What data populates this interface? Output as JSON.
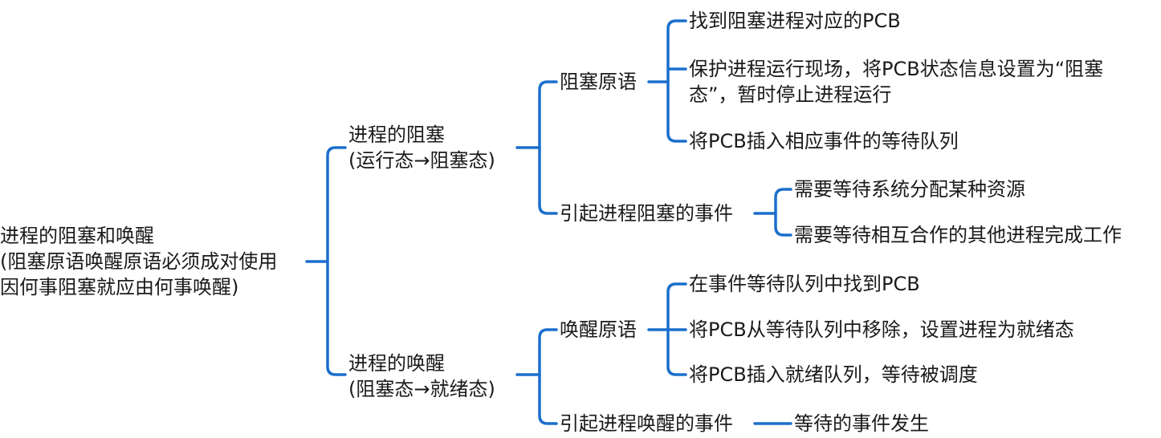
{
  "colors": {
    "connector": "#1a6fcc",
    "text": "#1a1a1a"
  },
  "root": {
    "title": "进程的阻塞和唤醒",
    "note_line1": "(阻塞原语唤醒原语必须成对使用",
    "note_line2": "因何事阻塞就应由何事唤醒)"
  },
  "blocking": {
    "title": "进程的阻塞",
    "subtitle": "(运行态→阻塞态)",
    "primitive": {
      "label": "阻塞原语",
      "steps": [
        "找到阻塞进程对应的PCB",
        "保护进程运行现场，将PCB状态信息设置为“阻塞",
        "态”，暂时停止进程运行",
        "将PCB插入相应事件的等待队列"
      ]
    },
    "events": {
      "label": "引起进程阻塞的事件",
      "items": [
        "需要等待系统分配某种资源",
        "需要等待相互合作的其他进程完成工作"
      ]
    }
  },
  "wakeup": {
    "title": "进程的唤醒",
    "subtitle": "(阻塞态→就绪态)",
    "primitive": {
      "label": "唤醒原语",
      "steps": [
        "在事件等待队列中找到PCB",
        "将PCB从等待队列中移除，设置进程为就绪态",
        "将PCB插入就绪队列，等待被调度"
      ]
    },
    "events": {
      "label": "引起进程唤醒的事件",
      "items": [
        "等待的事件发生"
      ]
    }
  }
}
